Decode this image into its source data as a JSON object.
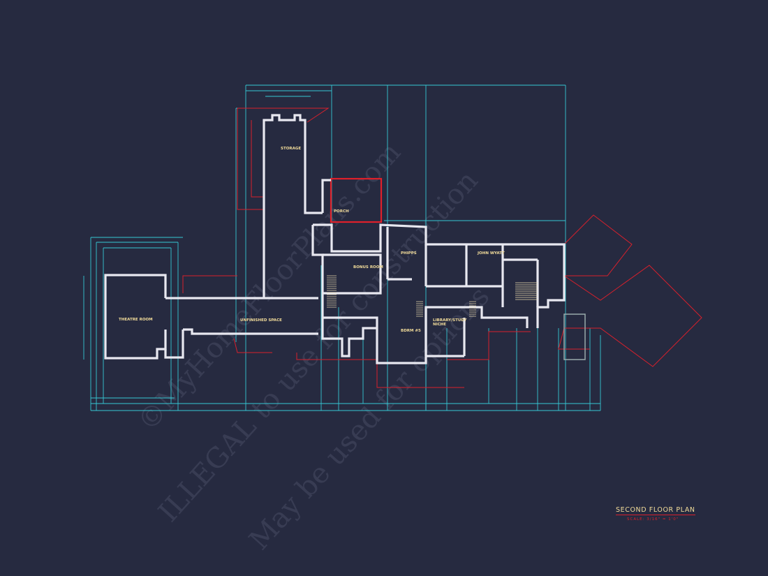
{
  "drawing": {
    "title": "SECOND FLOOR PLAN",
    "scale": "SCALE:   3/16\" = 1'0\"",
    "colors": {
      "background": "#262a40",
      "walls": "#e8e8f0",
      "dimensions": "#36c8d4",
      "annotations": "#d8202c",
      "room_labels": "#f2dc9a"
    },
    "rooms": [
      {
        "label": "STORAGE"
      },
      {
        "label": "PORCH"
      },
      {
        "label": "BONUS ROOM"
      },
      {
        "label": "PHIPPS"
      },
      {
        "label": "JOHN WYATT"
      },
      {
        "label": "LIBRARY/STUDY"
      },
      {
        "label": "NICHE"
      },
      {
        "label": "BDRM #5"
      },
      {
        "label": "THEATRE ROOM"
      },
      {
        "label": "UNFINISHED SPACE"
      }
    ],
    "watermark": [
      "©MyHomeFloorPlans.com",
      "ILLEGAL to use for construction",
      "May be used for options"
    ]
  }
}
